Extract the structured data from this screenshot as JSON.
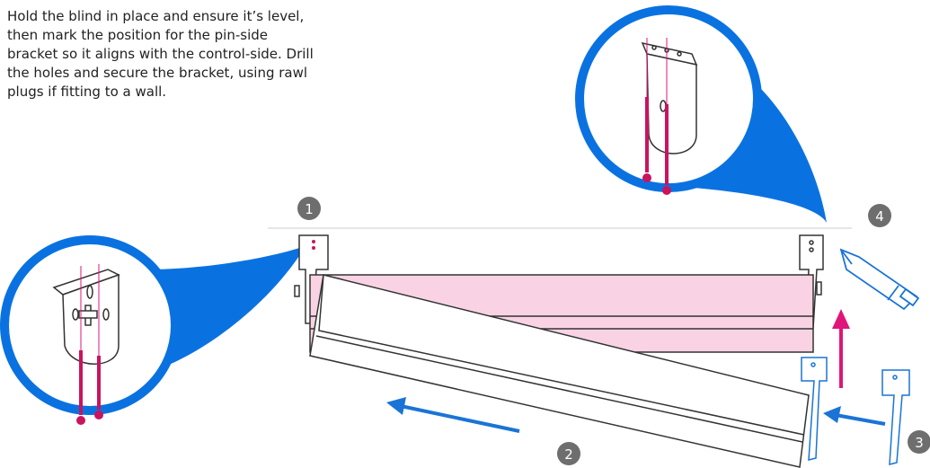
{
  "instruction": {
    "lines": [
      "Hold the blind in place and ensure it’s level,",
      "then mark the position for the pin-side",
      "bracket so it aligns with the control-side. Drill",
      "the holes and secure the bracket, using rawl",
      "plugs if fitting to a wall."
    ]
  },
  "steps": [
    "1",
    "2",
    "3",
    "4"
  ],
  "colors": {
    "callout_blue": "#0a72e0",
    "arrow_blue": "#1a74d6",
    "blind_pink": "#f9d3e3",
    "screw_magenta": "#c9145f",
    "arrow_magenta": "#e0157a",
    "line_dark": "#333333",
    "badge_grey": "#6e6e6e"
  },
  "icons": [
    "pencil-icon",
    "screw-icon",
    "bracket-icon",
    "arrow-icon"
  ]
}
